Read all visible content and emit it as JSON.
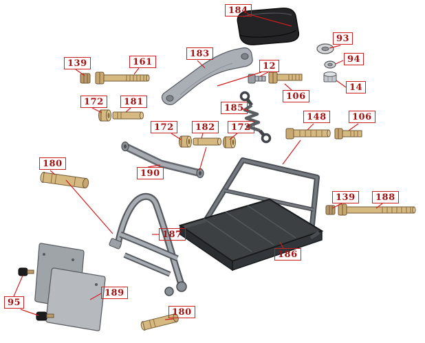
{
  "page": {
    "background": "#ffffff"
  },
  "style": {
    "callout_border_color": "#cf1d1d",
    "callout_text_color": "#a31111",
    "leader_line_color": "#cf1d1d",
    "brass_part_color": "#d6b980",
    "steel_part_color": "#a7acb2",
    "frame_color": "#3c4043",
    "seat_color": "#242427"
  },
  "callouts": [
    {
      "label": "184"
    },
    {
      "label": "93"
    },
    {
      "label": "94"
    },
    {
      "label": "14"
    },
    {
      "label": "183"
    },
    {
      "label": "139"
    },
    {
      "label": "161"
    },
    {
      "label": "12"
    },
    {
      "label": "106"
    },
    {
      "label": "172"
    },
    {
      "label": "181"
    },
    {
      "label": "185"
    },
    {
      "label": "172"
    },
    {
      "label": "182"
    },
    {
      "label": "172"
    },
    {
      "label": "148"
    },
    {
      "label": "106"
    },
    {
      "label": "190"
    },
    {
      "label": "180"
    },
    {
      "label": "139"
    },
    {
      "label": "188"
    },
    {
      "label": "187"
    },
    {
      "label": "186"
    },
    {
      "label": "189"
    },
    {
      "label": "95"
    },
    {
      "label": "180"
    }
  ]
}
